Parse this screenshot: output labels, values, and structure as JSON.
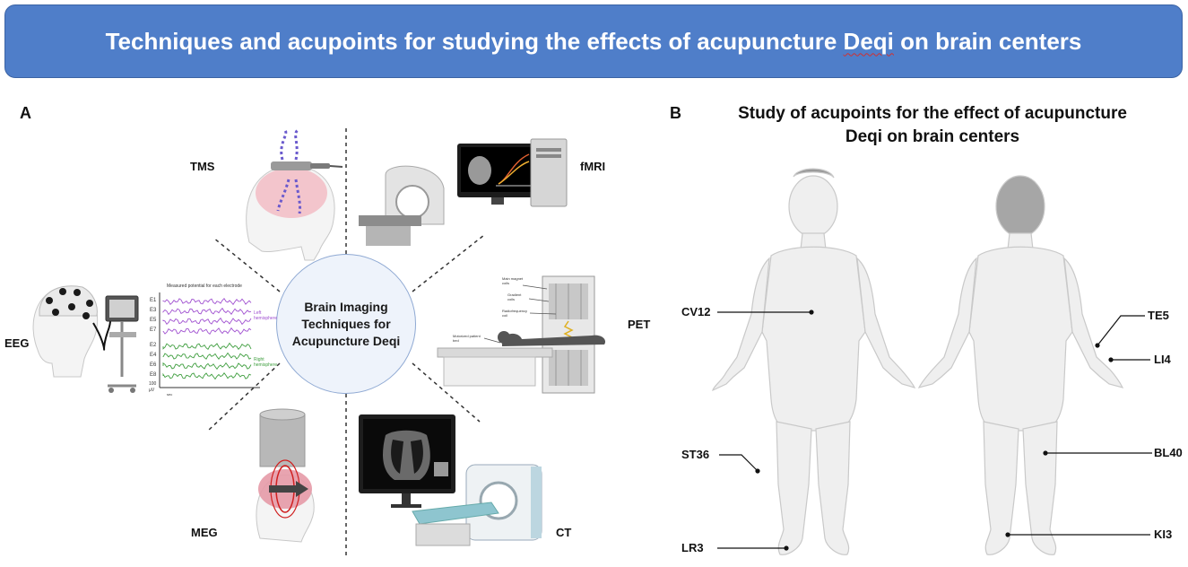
{
  "banner": {
    "title_pre": "Techniques and acupoints for studying the effects of acupuncture ",
    "title_deqi": "Deqi",
    "title_post": " on brain centers"
  },
  "panel_a": {
    "letter": "A",
    "hub": {
      "line1": "Brain Imaging",
      "line2": "Techniques for",
      "line3": "Acupuncture Deqi"
    },
    "techniques": {
      "tms": "TMS",
      "fmri": "fMRI",
      "eeg": "EEG",
      "pet": "PET",
      "meg": "MEG",
      "ct": "CT"
    },
    "eeg_plot": {
      "title": "Measured potential for each electrode",
      "channels": [
        "E1",
        "E3",
        "E5",
        "E7",
        "E2",
        "E4",
        "E6",
        "E8"
      ],
      "left_label": "Left hemisphere",
      "right_label": "Right hemisphere",
      "scale_value": "100",
      "scale_unit": "µV",
      "time_unit": "sec"
    },
    "pet_labels": {
      "main_magnet": "Main magnet coils",
      "gradient": "Gradient coils",
      "radiofrequency": "Radiofrequency coil",
      "patient_bed": "Motorized patient bed"
    },
    "colors": {
      "left_trace": "#a050d0",
      "right_trace": "#3f9e3f",
      "tms_coil": "#6a5acd"
    }
  },
  "panel_b": {
    "letter": "B",
    "title_line1": "Study of acupoints for the effect of acupuncture",
    "title_line2": "Deqi on brain centers",
    "acupoints": {
      "cv12": "CV12",
      "st36": "ST36",
      "lr3": "LR3",
      "te5": "TE5",
      "li4": "LI4",
      "bl40": "BL40",
      "ki3": "KI3"
    }
  }
}
